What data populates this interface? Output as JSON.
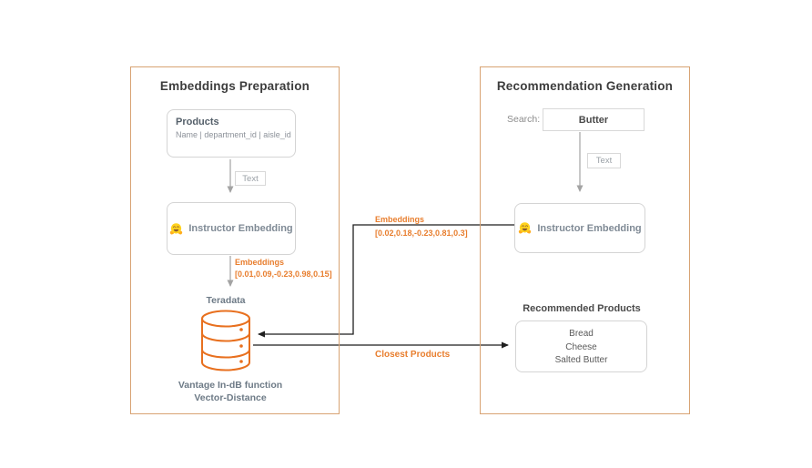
{
  "diagram": {
    "left_panel": {
      "title": "Embeddings Preparation",
      "products": {
        "title": "Products",
        "columns": "Name | department_id | aisle_id"
      },
      "text_tag": "Text",
      "instructor": "Instructor Embedding",
      "embeddings_label": "Embeddings",
      "embeddings_vector": "[0.01,0.09,-0.23,0.98,0.15]",
      "database": {
        "name": "Teradata",
        "caption_line1": "Vantage In-dB function",
        "caption_line2": "Vector-Distance"
      }
    },
    "right_panel": {
      "title": "Recommendation Generation",
      "search_label": "Search:",
      "search_value": "Butter",
      "text_tag": "Text",
      "instructor": "Instructor Embedding",
      "recommended_title": "Recommended Products",
      "recommended_items": [
        "Bread",
        "Cheese",
        "Salted Butter"
      ]
    },
    "connectors": {
      "embeddings_label": "Embeddings",
      "embeddings_vector": "[0.02,0.18,-0.23,0.81,0.3]",
      "closest_label": "Closest Products"
    },
    "colors": {
      "panel_border": "#d8a373",
      "accent_orange": "#e87e2e",
      "database_orange": "#e8701f",
      "gray_arrow": "#a3a3a3",
      "black_wire": "#1f1f1f"
    }
  }
}
